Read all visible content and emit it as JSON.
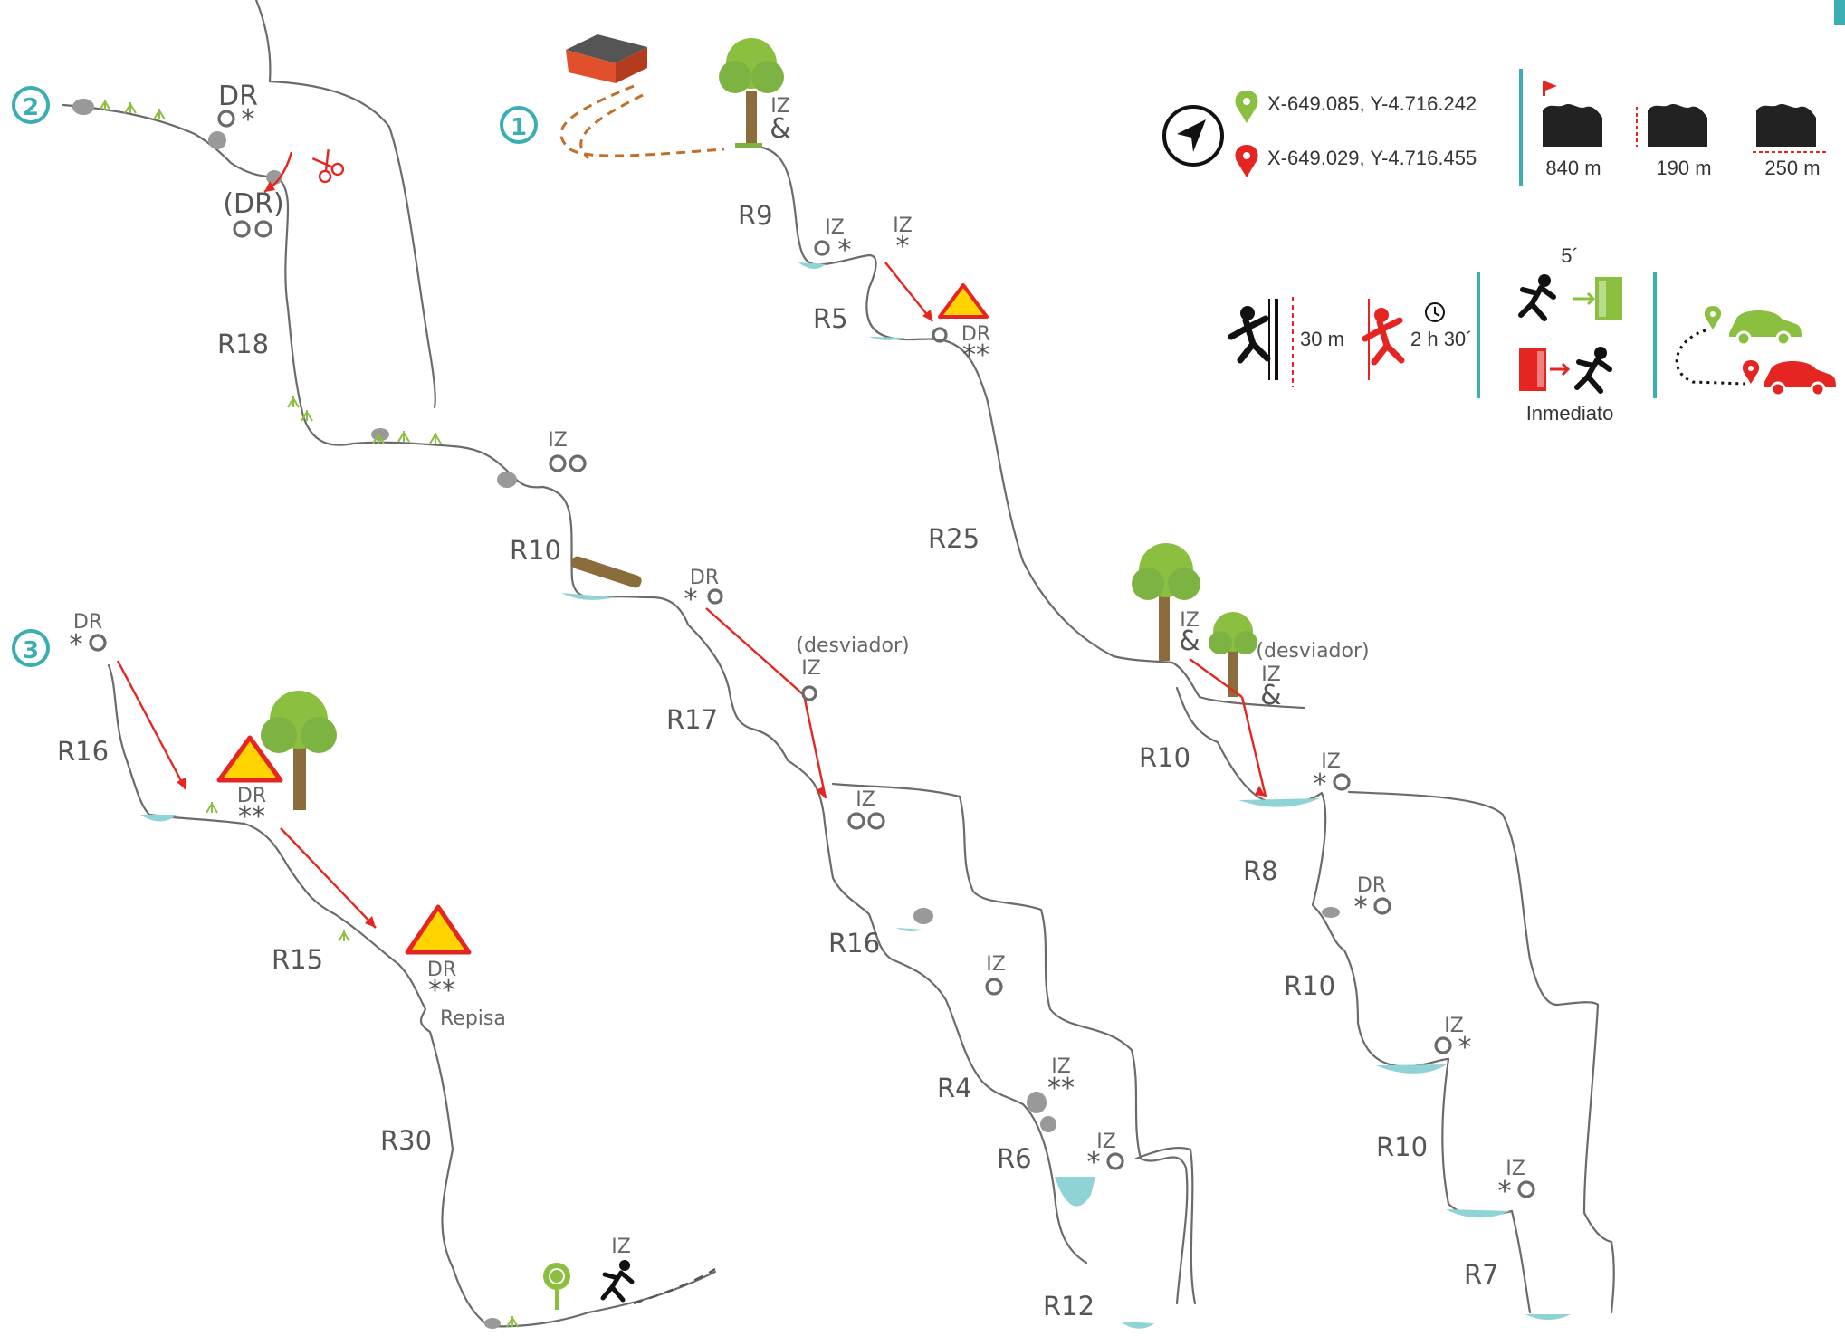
{
  "sections": [
    {
      "number": "1"
    },
    {
      "number": "2"
    },
    {
      "number": "3"
    }
  ],
  "rappels": {
    "r9": "R9",
    "r5": "R5",
    "r25": "R25",
    "r18": "R18",
    "r10a": "R10",
    "r17": "R17",
    "r16a": "R16",
    "r4": "R4",
    "r6": "R6",
    "r12": "R12",
    "r10b": "R10",
    "r8": "R8",
    "r10c": "R10",
    "r10d": "R10",
    "r7": "R7",
    "r16b": "R16",
    "r15": "R15",
    "r30": "R30"
  },
  "labels": {
    "iz": "IZ",
    "dr": "DR",
    "dr_paren": "(DR)",
    "amp": "&",
    "desviador": "(desviador)",
    "repisa": "Repisa"
  },
  "info": {
    "coord_start": "X-649.085, Y-4.716.242",
    "coord_end": "X-649.029, Y-4.716.455",
    "elevation_top": "840 m",
    "drop": "190 m",
    "length": "250 m",
    "max_rappel": "30 m",
    "time": "2 h 30´",
    "approach_time": "5´",
    "exit": "Inmediato"
  },
  "icons": [
    "navigation-arrow-icon",
    "map-pin-green-icon",
    "map-pin-red-icon",
    "flag-icon",
    "climber-icon",
    "clock-icon",
    "runner-icon",
    "door-icon",
    "car-green-icon",
    "car-red-icon",
    "tree-icon",
    "house-icon",
    "warning-icon",
    "scissors-icon",
    "lollipop-icon"
  ],
  "colors": {
    "teal": "#3aaeb3",
    "red": "#e52521",
    "green": "#7cb342",
    "pool": "#8fd3d6",
    "tree": "#8bbf3f",
    "warning": "#ffd400"
  }
}
